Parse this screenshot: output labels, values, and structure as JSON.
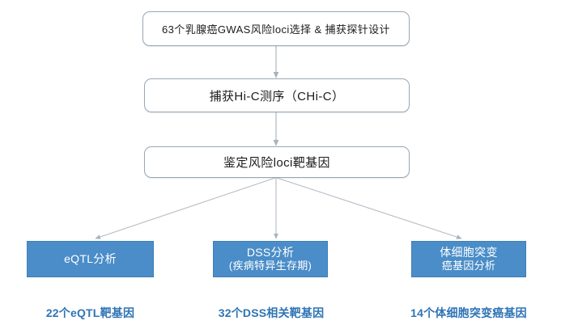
{
  "diagram": {
    "title": "Breast cancer GWAS risk loci target gene identification workflow",
    "background_color": "#ffffff",
    "accent_blue": "#4a8dc8",
    "label_blue": "#2f74b5",
    "border_gray": "#9aa7b4",
    "steps": [
      {
        "id": "step1",
        "label": "63个乳腺癌GWAS风险loci选择 & 捕获探针设计",
        "style": "process"
      },
      {
        "id": "step2",
        "label": "捕获Hi-C测序（CHi-C）",
        "style": "process"
      },
      {
        "id": "step3",
        "label": "鉴定风险loci靶基因",
        "style": "process"
      }
    ],
    "analyses": [
      {
        "id": "analysis1",
        "line1": "eQTL分析",
        "line2": "",
        "result": "22个eQTL靶基因"
      },
      {
        "id": "analysis2",
        "line1": "DSS分析",
        "line2": "(疾病特异生存期)",
        "result": "32个DSS相关靶基因"
      },
      {
        "id": "analysis3",
        "line1": "体细胞突变",
        "line2": "癌基因分析",
        "result": "14个体细胞突变癌基因"
      }
    ],
    "connectors": [
      {
        "from": "step1",
        "to": "step2",
        "kind": "arrow-vertical"
      },
      {
        "from": "step2",
        "to": "step3",
        "kind": "arrow-vertical"
      },
      {
        "from": "step3",
        "to": "analysis1",
        "kind": "arrow-diagonal-left"
      },
      {
        "from": "step3",
        "to": "analysis2",
        "kind": "arrow-vertical"
      },
      {
        "from": "step3",
        "to": "analysis3",
        "kind": "arrow-diagonal-right"
      }
    ]
  }
}
